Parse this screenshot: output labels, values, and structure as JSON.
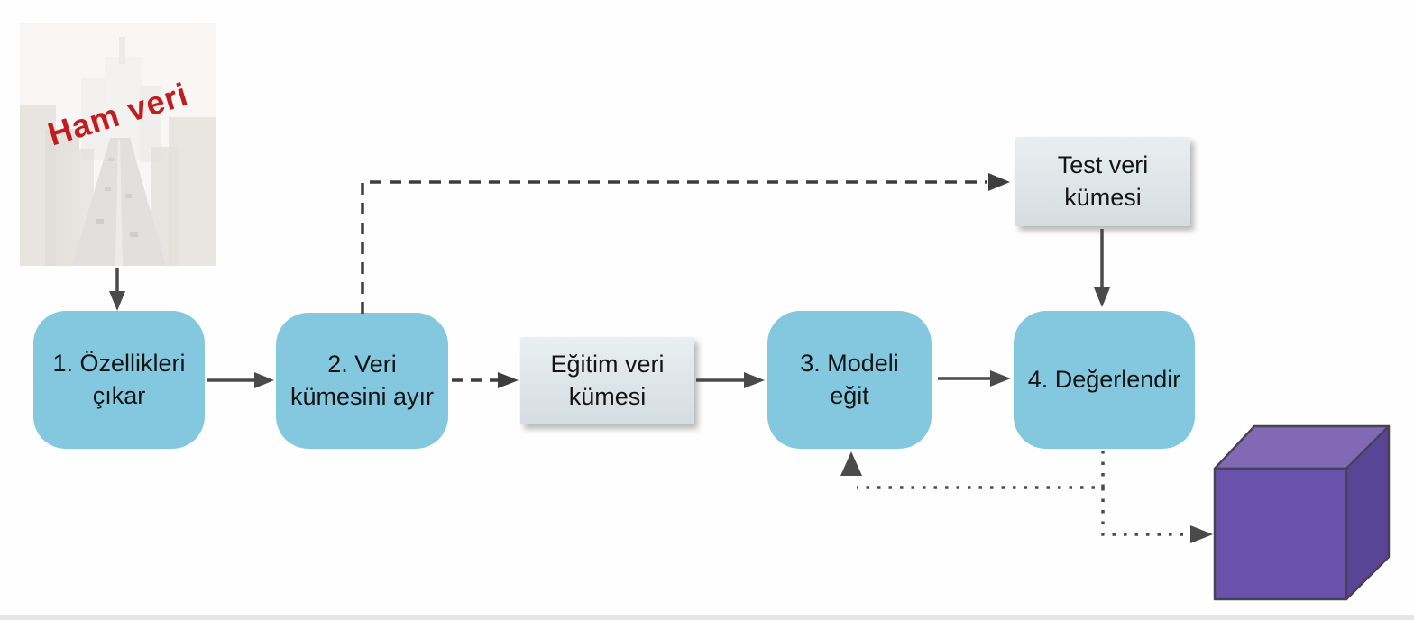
{
  "diagram_title": "ML pipeline flow (Turkish)",
  "photo": {
    "caption": "Ham veri",
    "caption_color": "#c01d1f",
    "description": "faded city street photo"
  },
  "nodes": {
    "extract": {
      "line1": "1. Özellikleri",
      "line2": "çıkar"
    },
    "split": {
      "line1": "2. Veri",
      "line2": "kümesini ayır"
    },
    "training_set": {
      "line1": "Eğitim veri",
      "line2": "kümesi"
    },
    "train": {
      "line1": "3. Modeli",
      "line2": "eğit"
    },
    "evaluate": {
      "line1": "4. Değerlendir"
    },
    "test_set": {
      "line1": "Test veri",
      "line2": "kümesi"
    }
  },
  "connectors": [
    {
      "from": "photo",
      "to": "extract",
      "style": "solid"
    },
    {
      "from": "extract",
      "to": "split",
      "style": "solid"
    },
    {
      "from": "split",
      "to": "test_set",
      "style": "dashed"
    },
    {
      "from": "split",
      "to": "training_set",
      "style": "dashed"
    },
    {
      "from": "training_set",
      "to": "train",
      "style": "solid"
    },
    {
      "from": "train",
      "to": "evaluate",
      "style": "solid"
    },
    {
      "from": "test_set",
      "to": "evaluate",
      "style": "solid"
    },
    {
      "from": "evaluate",
      "to": "train",
      "style": "dotted"
    },
    {
      "from": "evaluate",
      "to": "model_cube",
      "style": "dotted"
    }
  ],
  "colors": {
    "process_fill": "#83c8de",
    "data_fill": "#dce4e6",
    "arrow": "#4a4a4a",
    "dashed_arrow": "#3d3d3d",
    "caption_red": "#c01d1f",
    "cube_front": "#6a52ac",
    "cube_top": "#8169b6",
    "cube_side": "#5a4495",
    "footer_strip": "#dedcd7"
  }
}
